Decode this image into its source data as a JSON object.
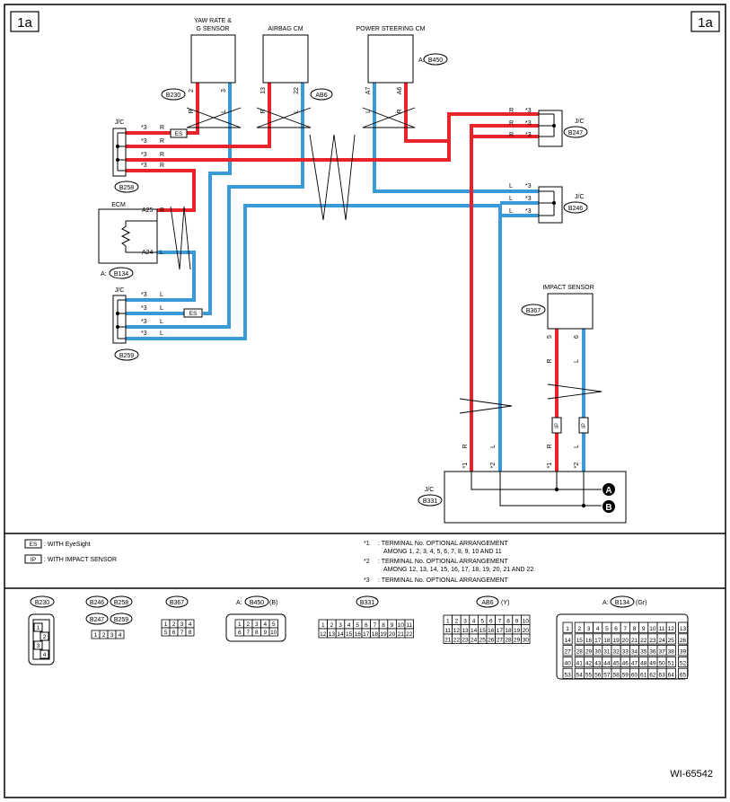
{
  "page_tag": "1a",
  "figure_id": "WI-65542",
  "modules": {
    "yaw": {
      "title_line1": "YAW RATE &",
      "title_line2": "G SENSOR",
      "code": "B230",
      "pin_a": "2",
      "pin_b": "3",
      "wire_a": "R",
      "wire_b": "L"
    },
    "airbag": {
      "title": "AIRBAG CM",
      "code": "AB6",
      "pin_a": "13",
      "pin_b": "22",
      "wire_a": "R",
      "wire_b": "L"
    },
    "ps": {
      "title": "POWER STEERING CM",
      "ref_prefix": "A:",
      "code": "B450",
      "pin_a": "A7",
      "pin_b": "A6",
      "wire_a": "L",
      "wire_b": "R"
    },
    "ecm": {
      "title": "ECM",
      "ref_prefix": "A:",
      "code": "B134",
      "pin_a": "A25",
      "pin_b": "A24",
      "wire_a": "R",
      "wire_b": "L"
    },
    "impact": {
      "title": "IMPACT SENSOR",
      "code": "B367",
      "pin_a": "5",
      "pin_b": "6",
      "wire_a": "R",
      "wire_b": "L"
    }
  },
  "junctions": {
    "b258": {
      "label": "J/C",
      "code": "B258",
      "star": "*3",
      "wires": [
        "R",
        "R",
        "R",
        "R"
      ]
    },
    "b259": {
      "label": "J/C",
      "code": "B259",
      "star": "*3",
      "wires": [
        "L",
        "L",
        "L",
        "L"
      ]
    },
    "b247": {
      "label": "J/C",
      "code": "B247",
      "star": "*3",
      "wires": [
        "R",
        "R",
        "R"
      ]
    },
    "b246": {
      "label": "J/C",
      "code": "B246",
      "star": "*3",
      "wires": [
        "L",
        "L",
        "L"
      ]
    },
    "b331": {
      "label": "J/C",
      "code": "B331",
      "star1": "*1",
      "star2": "*2",
      "wire_r": "R",
      "wire_l": "L",
      "point_a": "A",
      "point_b": "B"
    }
  },
  "tags": {
    "es": "ES",
    "ip": "IP"
  },
  "legend": {
    "es_text": ": WITH EyeSight",
    "ip_text": ": WITH IMPACT SENSOR",
    "note1_mark": "*1",
    "note1_line1": ": TERMINAL No. OPTIONAL ARRANGEMENT",
    "note1_line2": "AMONG 1, 2, 3, 4, 5, 6, 7, 8, 9, 10 AND 11",
    "note2_mark": "*2",
    "note2_line1": ": TERMINAL No. OPTIONAL ARRANGEMENT",
    "note2_line2": "AMONG 12, 13, 14, 15, 16, 17, 18, 19, 20, 21 AND 22",
    "note3_mark": "*3",
    "note3_line1": ": TERMINAL No. OPTIONAL ARRANGEMENT"
  },
  "connectors": {
    "b230": {
      "code": "B230",
      "pins": [
        "1",
        "2",
        "3",
        "4"
      ]
    },
    "b246_group": {
      "codes": [
        "B246",
        "B258",
        "B247",
        "B259"
      ],
      "pins": [
        "1",
        "2",
        "3",
        "4"
      ]
    },
    "b367": {
      "code": "B367",
      "pins": [
        "1",
        "2",
        "3",
        "4",
        "5",
        "6",
        "7",
        "8"
      ]
    },
    "b450": {
      "prefix": "A:",
      "code": "B450",
      "suffix": "(B)",
      "pins": [
        "1",
        "2",
        "3",
        "4",
        "5",
        "6",
        "7",
        "8",
        "9",
        "10"
      ]
    },
    "b331": {
      "code": "B331",
      "pins": [
        "1",
        "2",
        "3",
        "4",
        "5",
        "6",
        "7",
        "8",
        "9",
        "10",
        "11",
        "12",
        "13",
        "14",
        "15",
        "16",
        "17",
        "18",
        "19",
        "20",
        "21",
        "22"
      ]
    },
    "ab6": {
      "code": "AB6",
      "suffix": "(Y)",
      "pins": [
        "1",
        "2",
        "3",
        "4",
        "5",
        "6",
        "7",
        "8",
        "9",
        "10",
        "11",
        "12",
        "13",
        "14",
        "15",
        "16",
        "17",
        "18",
        "19",
        "20",
        "21",
        "22",
        "23",
        "24",
        "25",
        "26",
        "27",
        "28",
        "29",
        "30"
      ]
    },
    "b134": {
      "prefix": "A:",
      "code": "B134",
      "suffix": "(Gr)",
      "pins": [
        "1",
        "2",
        "3",
        "4",
        "5",
        "6",
        "7",
        "8",
        "9",
        "10",
        "11",
        "12",
        "13",
        "14",
        "15",
        "16",
        "17",
        "18",
        "19",
        "20",
        "21",
        "22",
        "23",
        "24",
        "25",
        "26",
        "27",
        "28",
        "29",
        "30",
        "31",
        "32",
        "33",
        "34",
        "35",
        "36",
        "37",
        "38",
        "39",
        "40",
        "41",
        "42",
        "43",
        "44",
        "45",
        "46",
        "47",
        "48",
        "49",
        "50",
        "51",
        "52",
        "53",
        "54",
        "55",
        "56",
        "57",
        "58",
        "59",
        "60",
        "61",
        "62",
        "63",
        "64",
        "65"
      ]
    }
  },
  "colors": {
    "red_wire": "#e8242a",
    "blue_wire": "#3a9ad9",
    "line": "#000000"
  }
}
